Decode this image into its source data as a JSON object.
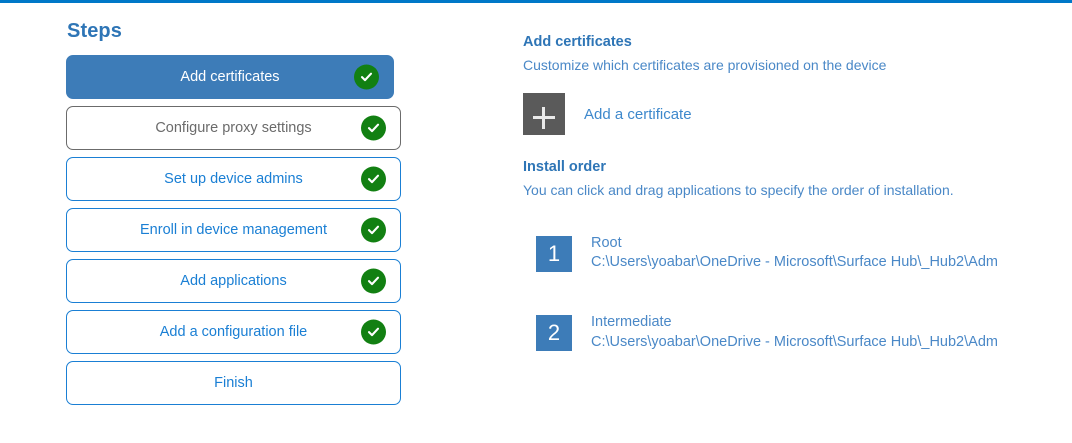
{
  "theme": {
    "accent_bar": "#0078c8",
    "heading_blue": "#2e75b6",
    "link_blue": "#1a7fd4",
    "body_blue": "#4a88c7",
    "active_step_bg": "#3d7cb8",
    "check_green": "#128012",
    "muted_gray": "#6b6b6b",
    "plus_tile_gray": "#5a5a5a"
  },
  "steps_panel": {
    "title": "Steps",
    "items": [
      {
        "label": "Add certificates",
        "state": "active",
        "completed": true,
        "icon": "check-circle-icon"
      },
      {
        "label": "Configure proxy settings",
        "state": "muted",
        "completed": true,
        "icon": "check-circle-icon"
      },
      {
        "label": "Set up device admins",
        "state": "default",
        "completed": true,
        "icon": "check-circle-icon"
      },
      {
        "label": "Enroll in device management",
        "state": "default",
        "completed": true,
        "icon": "check-circle-icon"
      },
      {
        "label": "Add applications",
        "state": "default",
        "completed": true,
        "icon": "check-circle-icon"
      },
      {
        "label": "Add a configuration file",
        "state": "default",
        "completed": true,
        "icon": "check-circle-icon"
      },
      {
        "label": "Finish",
        "state": "default",
        "completed": false,
        "icon": null
      }
    ]
  },
  "detail_panel": {
    "heading": "Add certificates",
    "subheading": "Customize which certificates are provisioned on the device",
    "add_certificate": {
      "icon": "plus-icon",
      "label": "Add a certificate"
    },
    "install_order": {
      "heading": "Install order",
      "subheading": "You can click and drag applications to specify the order of installation.",
      "items": [
        {
          "number": "1",
          "name": "Root",
          "path": "C:\\Users\\yoabar\\OneDrive - Microsoft\\Surface Hub\\_Hub2\\Adm"
        },
        {
          "number": "2",
          "name": "Intermediate",
          "path": "C:\\Users\\yoabar\\OneDrive - Microsoft\\Surface Hub\\_Hub2\\Adm"
        }
      ]
    }
  }
}
